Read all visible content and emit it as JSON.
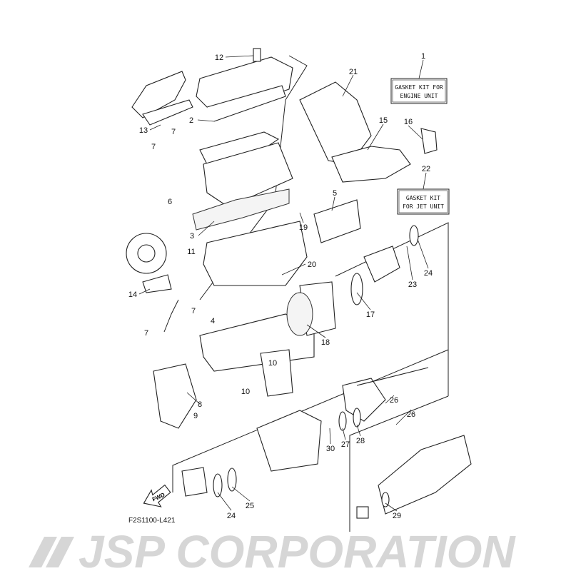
{
  "watermark": "JSP CORPORATION",
  "diagram_code": "F2S1100-L421",
  "fwd_label": "FWD",
  "kit_boxes": {
    "engine": {
      "line1": "GASKET KIT FOR",
      "line2": "ENGINE UNIT"
    },
    "jet": {
      "line1": "GASKET KIT",
      "line2": "FOR JET UNIT"
    }
  },
  "callouts": [
    "1",
    "12",
    "21",
    "2",
    "13",
    "7",
    "7",
    "15",
    "16",
    "22",
    "6",
    "5",
    "3",
    "19",
    "11",
    "20",
    "23",
    "24",
    "14",
    "17",
    "4",
    "7",
    "18",
    "7",
    "10",
    "10",
    "8",
    "9",
    "26",
    "26",
    "30",
    "27",
    "28",
    "24",
    "25",
    "29"
  ]
}
